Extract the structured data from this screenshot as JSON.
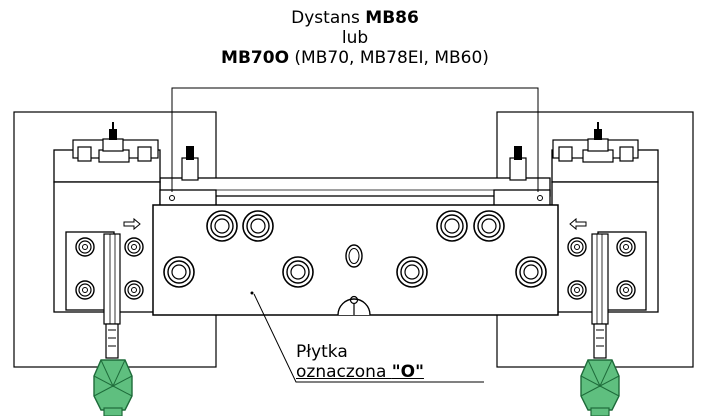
{
  "labels": {
    "top_line1_prefix": "Dystans ",
    "top_line1_bold": "MB86",
    "top_line2": "lub",
    "top_line3_bold": "MB70O",
    "top_line3_rest": " (MB70, MB78EI, MB60)",
    "bottom_line1": "Płytka",
    "bottom_line2_prefix": "oznaczona ",
    "bottom_line2_bold": "\"O\""
  },
  "colors": {
    "line": "#000000",
    "green": "#5fbf7f",
    "green_dark": "#1e6b3a"
  }
}
